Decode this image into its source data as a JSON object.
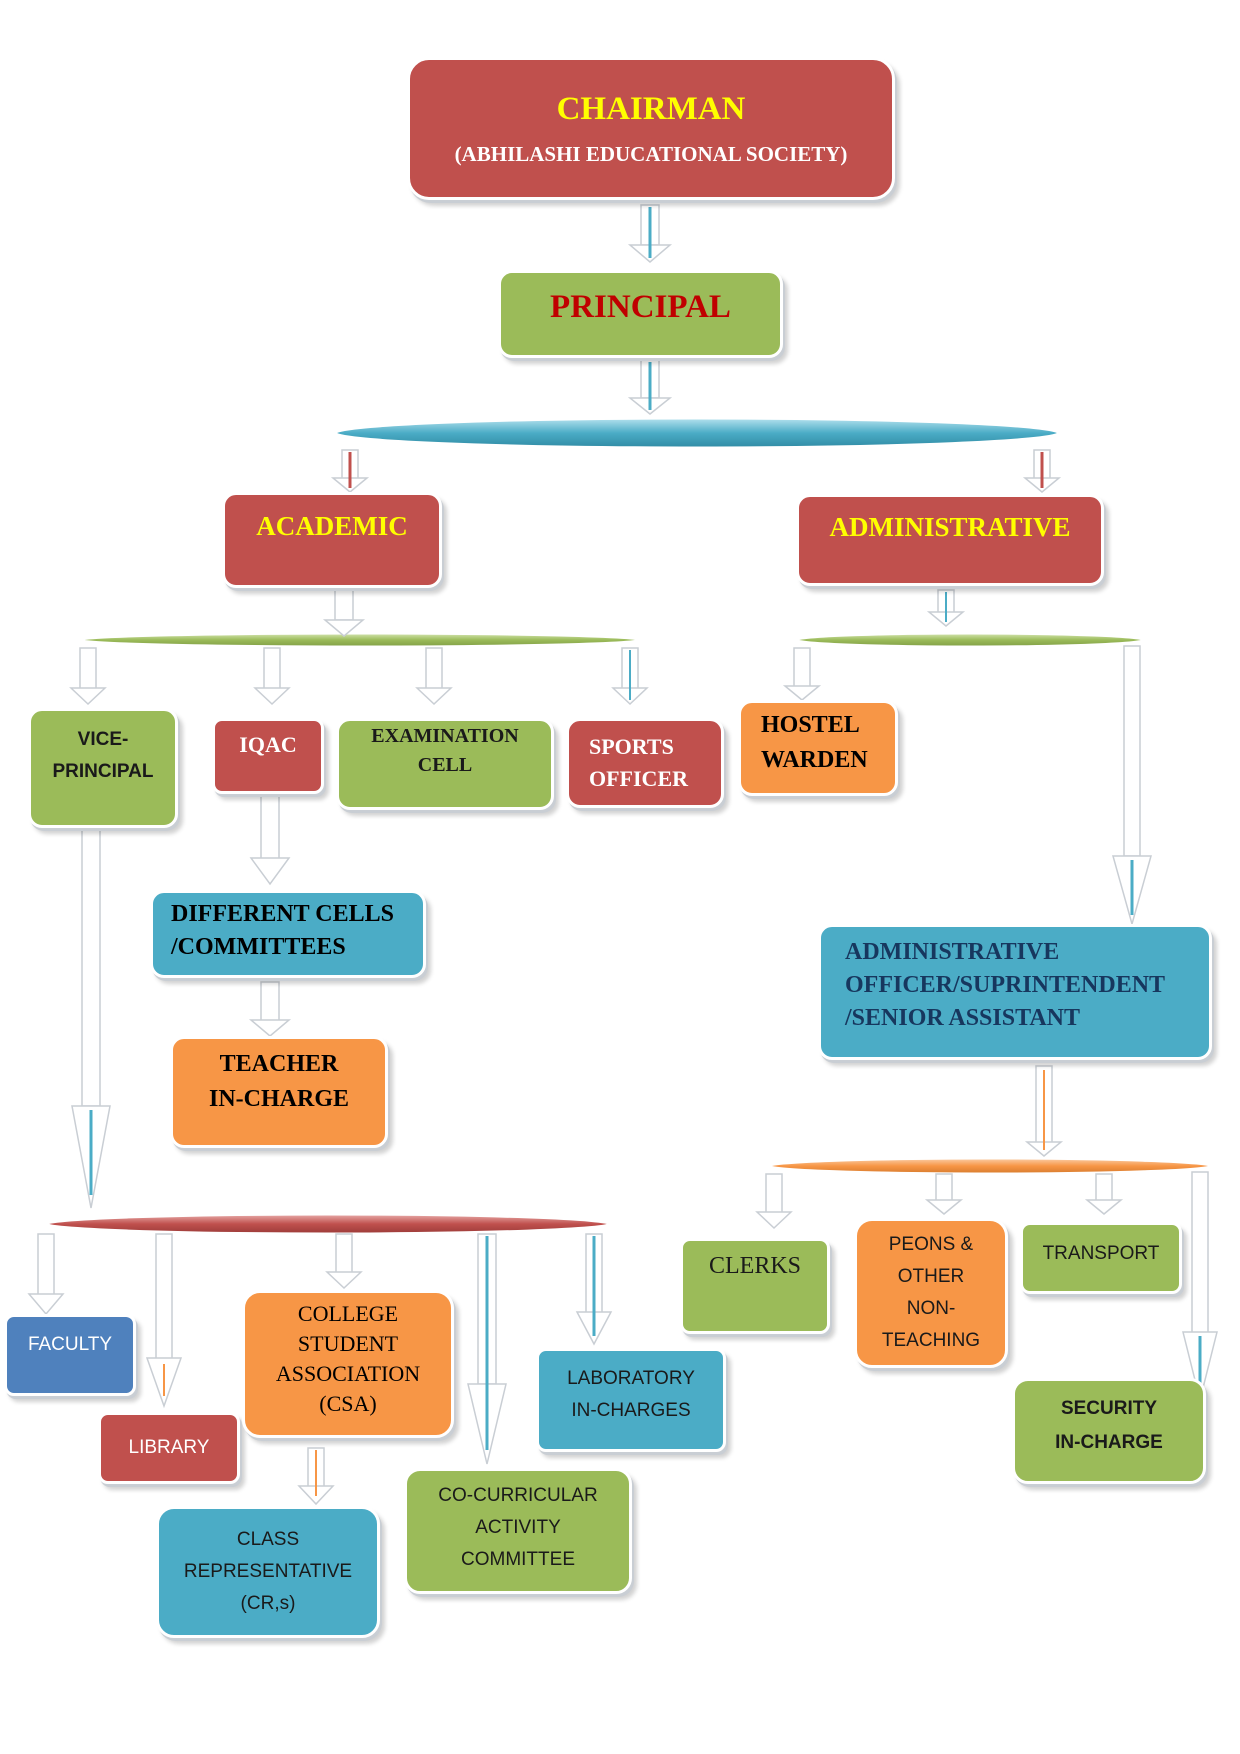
{
  "chairman": {
    "title": "CHAIRMAN",
    "subtitle": "(ABHILASHI EDUCATIONAL SOCIETY)"
  },
  "principal": {
    "title": "PRINCIPAL"
  },
  "academic": {
    "title": "ACADEMIC"
  },
  "administrative": {
    "title": "ADMINISTRATIVE"
  },
  "vice_principal": {
    "line1": "VICE-",
    "line2": "PRINCIPAL"
  },
  "iqac": {
    "title": "IQAC"
  },
  "examination_cell": {
    "line1": "EXAMINATION",
    "line2": "CELL"
  },
  "sports_officer": {
    "line1": "SPORTS",
    "line2": "OFFICER"
  },
  "hostel_warden": {
    "line1": "HOSTEL",
    "line2": "WARDEN"
  },
  "different_cells": {
    "line1": "DIFFERENT CELLS",
    "line2": "/COMMITTEES"
  },
  "teacher_incharge": {
    "line1": "TEACHER",
    "line2": "IN-CHARGE"
  },
  "admin_officer": {
    "line1": "ADMINISTRATIVE",
    "line2": "OFFICER/SUPRINTENDENT",
    "line3": "/SENIOR ASSISTANT"
  },
  "faculty": {
    "title": "FACULTY"
  },
  "library": {
    "title": "LIBRARY"
  },
  "csa": {
    "line1": "COLLEGE",
    "line2": "STUDENT",
    "line3": "ASSOCIATION",
    "line4": "(CSA)"
  },
  "lab_incharges": {
    "line1": "LABORATORY",
    "line2": "IN-CHARGES"
  },
  "class_rep": {
    "line1": "CLASS",
    "line2": "REPRESENTATIVE",
    "line3": "(CR,s)"
  },
  "co_curricular": {
    "line1": "CO-CURRICULAR",
    "line2": "ACTIVITY",
    "line3": "COMMITTEE"
  },
  "clerks": {
    "title": "CLERKS"
  },
  "peons": {
    "line1": "PEONS &",
    "line2": "OTHER",
    "line3": "NON-",
    "line4": "TEACHING"
  },
  "transport": {
    "title": "TRANSPORT"
  },
  "security": {
    "line1": "SECURITY",
    "line2": "IN-CHARGE"
  },
  "colors": {
    "red": "#c0504d",
    "green": "#9bbb59",
    "orange": "#f79646",
    "teal": "#4bacc6",
    "blue": "#4f81bd"
  }
}
